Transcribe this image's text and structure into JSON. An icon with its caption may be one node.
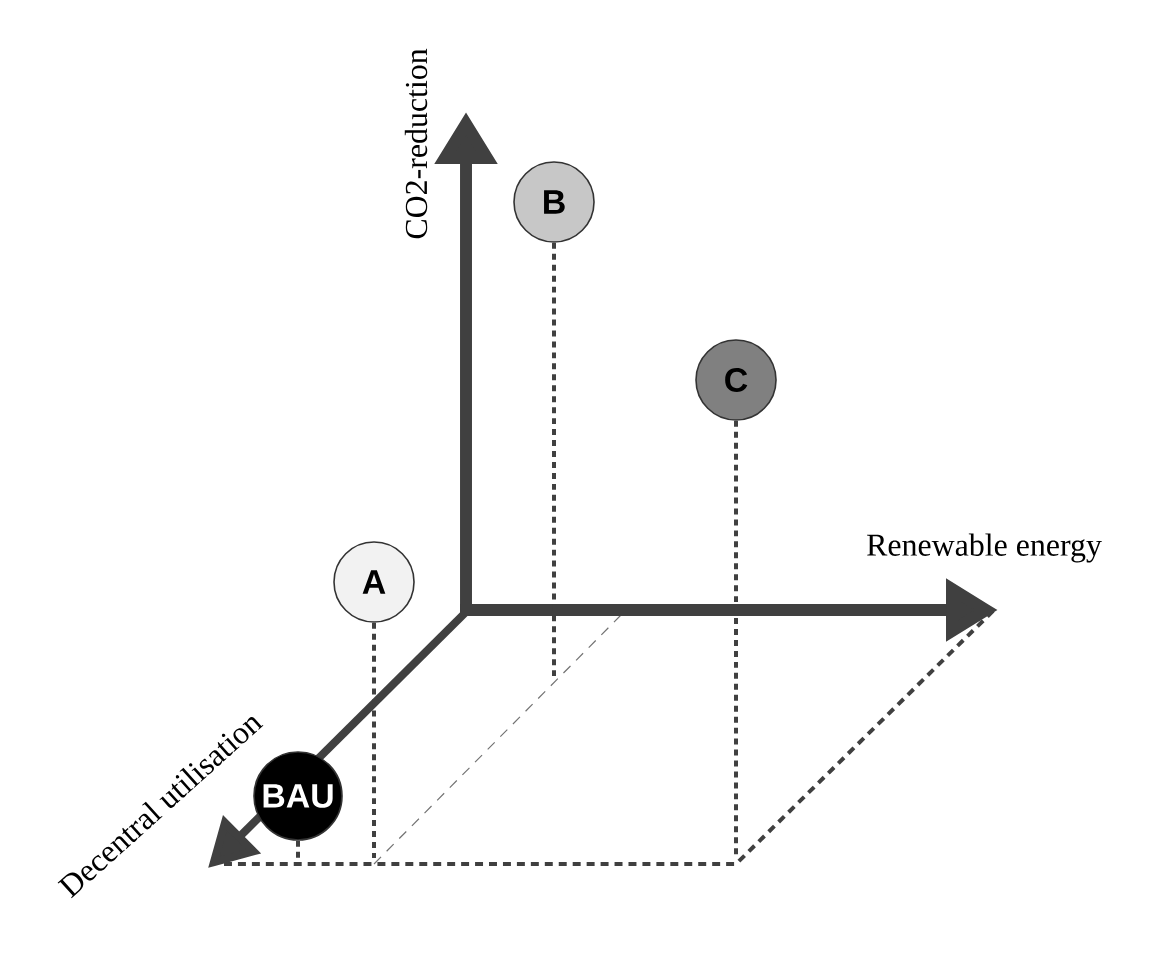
{
  "diagram": {
    "nodes": [
      {
        "text": [
          "B"
        ]
      },
      {
        "text": [
          "C"
        ]
      },
      {
        "text": [
          "A"
        ]
      },
      {
        "text": [
          "BAU"
        ]
      }
    ],
    "edges": [
      {
        "from": 0,
        "to": null,
        "arrow": "none",
        "style": "dashed"
      },
      {
        "from": 1,
        "to": null,
        "arrow": "none",
        "style": "dashed"
      },
      {
        "from": 2,
        "to": null,
        "arrow": "none",
        "style": "dashed"
      },
      {
        "from": 3,
        "to": null,
        "arrow": "none",
        "style": "dashed"
      }
    ],
    "labels": [
      "CO2-reduction",
      "Renewable energy",
      "Decentral utilisation"
    ]
  }
}
